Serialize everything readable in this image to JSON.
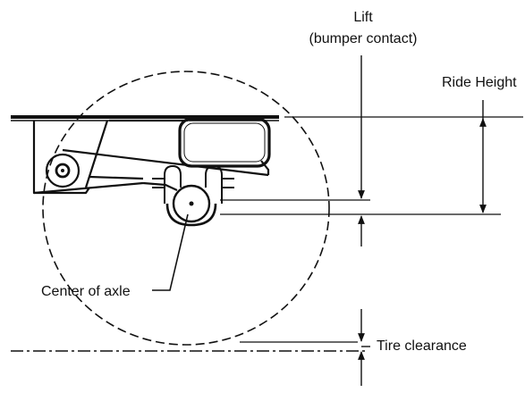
{
  "labels": {
    "lift_line1": "Lift",
    "lift_line2": "(bumper contact)",
    "ride_height": "Ride Height",
    "center_of_axle": "Center of axle",
    "tire_clearance": "Tire clearance"
  },
  "colors": {
    "ink": "#111111",
    "background": "#ffffff"
  }
}
